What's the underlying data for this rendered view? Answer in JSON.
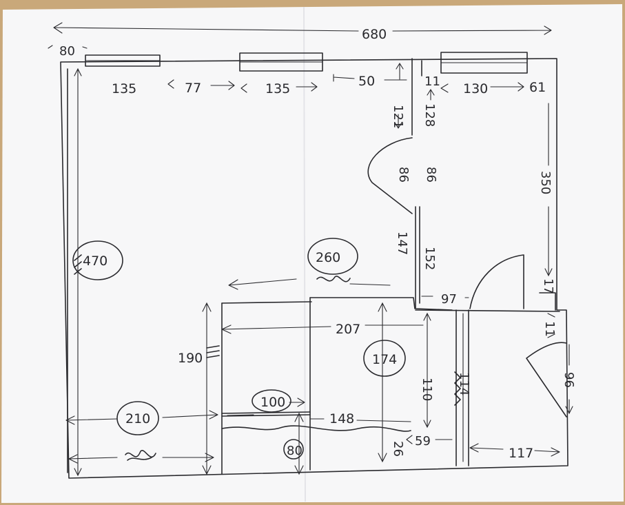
{
  "dimensions": {
    "total_width": "680",
    "margin_left": "80",
    "window_1": "135",
    "gap_1": "77",
    "window_2": "135",
    "gap_2": "50",
    "wall_small": "11",
    "window_3": "130",
    "right_offset": "61",
    "wall_upper_a": "121",
    "wall_upper_b": "128",
    "door_a": "86",
    "door_b": "86",
    "wall_lower_a": "147",
    "wall_lower_b": "152",
    "right_wall": "350",
    "right_small_a": "17",
    "right_small_b": "11",
    "right_door": "96",
    "room_height": "470",
    "room_length": "260",
    "width_97": "97",
    "width_207": "207",
    "height_174": "174",
    "height_110": "110",
    "height_114": "114",
    "height_190": "190",
    "width_210": "210",
    "width_100": "100",
    "width_148": "148",
    "height_80": "80",
    "height_26": "26",
    "width_59": "59",
    "width_117": "117"
  },
  "colors": {
    "paper": "#f7f7f8",
    "ink": "#2a2a2e",
    "table": "#c9a87a"
  }
}
